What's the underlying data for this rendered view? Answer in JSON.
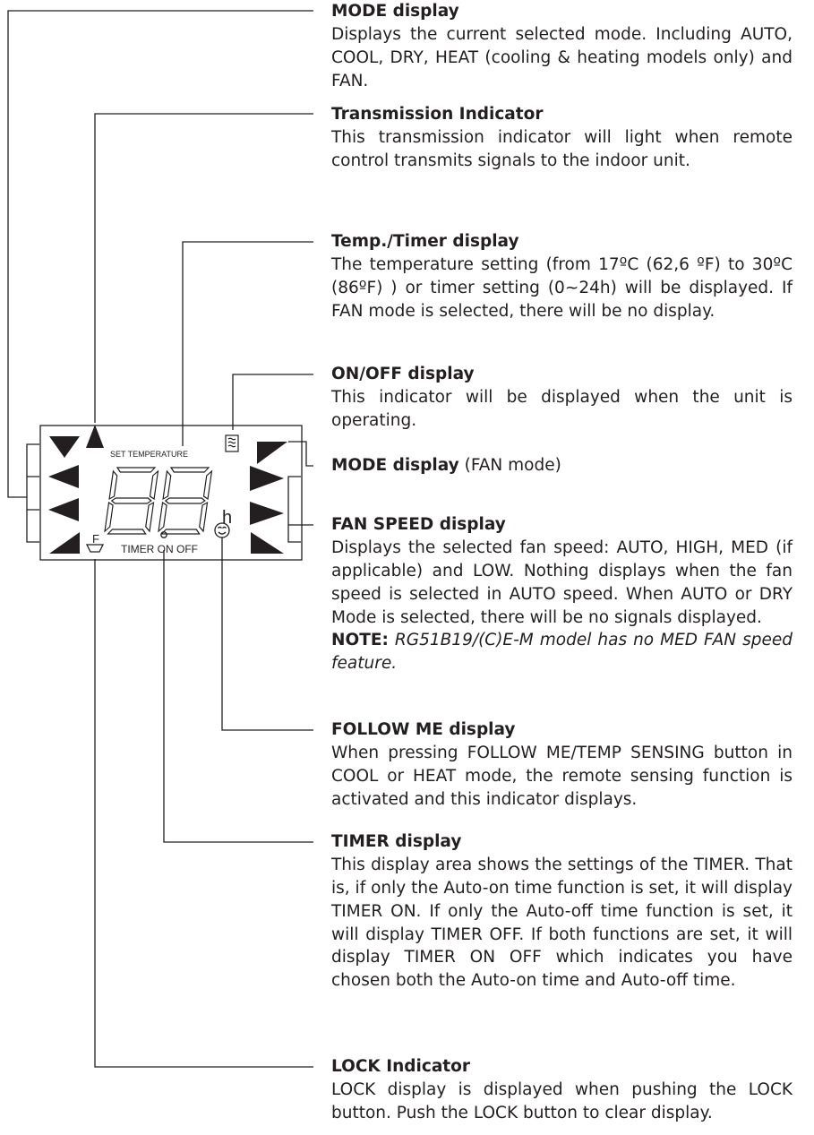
{
  "display": {
    "set_temperature": "SET TEMPERATURE",
    "digits": "88",
    "hour_unit": "h",
    "timer_on_off": "TIMER ON OFF",
    "lock_letter": "F"
  },
  "items": [
    {
      "title": "MODE display",
      "body": "Displays the current selected mode. Including AUTO, COOL, DRY, HEAT (cooling & heating models only) and FAN."
    },
    {
      "title": "Transmission Indicator",
      "body": "This transmission indicator will light when remote control transmits signals to the indoor unit."
    },
    {
      "title": "Temp./Timer  display",
      "body": "The temperature setting (from 17ºC (62,6 ºF) to 30ºC (86ºF) ) or timer setting (0~24h) will be displayed. If FAN mode is selected, there will be no display."
    },
    {
      "title": "ON/OFF display",
      "body": "This indicator will be displayed when the unit is operating."
    },
    {
      "title": "MODE display",
      "title_suffix": " (FAN mode)",
      "body": ""
    },
    {
      "title": "FAN SPEED display",
      "body": "Displays the selected fan speed: AUTO, HIGH, MED (if applicable) and LOW. Nothing displays when the fan speed is selected in AUTO speed. When AUTO or DRY Mode is selected, there will be no signals displayed.",
      "note_label": "NOTE:",
      "note_text": " RG51B19/(C)E-M model has no MED FAN speed feature."
    },
    {
      "title": "FOLLOW ME display",
      "body": "When pressing FOLLOW ME/TEMP SENSING button in COOL or HEAT mode, the remote sensing function is activated and this indicator displays."
    },
    {
      "title": "TIMER display",
      "body": "This display area shows the settings of the TIMER. That is, if only the Auto-on time function is set, it will display TIMER ON. If only the Auto-off time function is set, it will display TIMER OFF. If both functions are set, it will display TIMER ON OFF which indicates you have chosen both the Auto-on time and Auto-off time."
    },
    {
      "title": "LOCK Indicator",
      "body": "LOCK display is displayed when pushing the LOCK button. Push the LOCK button to clear display."
    }
  ]
}
